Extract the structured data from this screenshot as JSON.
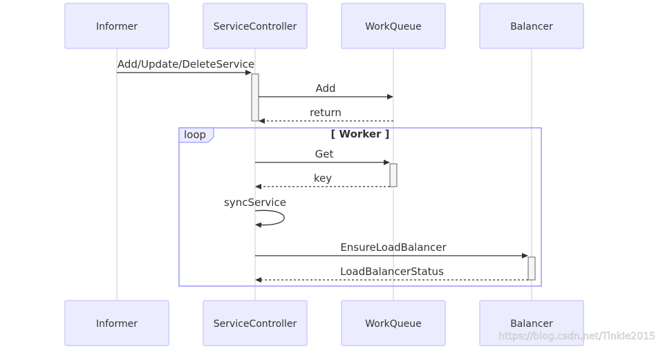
{
  "participants": [
    {
      "id": "informer",
      "label": "Informer"
    },
    {
      "id": "servicecontroller",
      "label": "ServiceController"
    },
    {
      "id": "workqueue",
      "label": "WorkQueue"
    },
    {
      "id": "balancer",
      "label": "Balancer"
    }
  ],
  "messages": [
    {
      "id": "add-update-delete",
      "label": "Add/Update/DeleteService",
      "from": "informer",
      "to": "servicecontroller",
      "style": "solid"
    },
    {
      "id": "add",
      "label": "Add",
      "from": "servicecontroller",
      "to": "workqueue",
      "style": "solid"
    },
    {
      "id": "return",
      "label": "return",
      "from": "workqueue",
      "to": "servicecontroller",
      "style": "dashed"
    },
    {
      "id": "get",
      "label": "Get",
      "from": "servicecontroller",
      "to": "workqueue",
      "style": "solid"
    },
    {
      "id": "key",
      "label": "key",
      "from": "workqueue",
      "to": "servicecontroller",
      "style": "dashed"
    },
    {
      "id": "sync-service",
      "label": "syncService",
      "from": "servicecontroller",
      "to": "servicecontroller",
      "style": "self"
    },
    {
      "id": "ensure-load-balancer",
      "label": "EnsureLoadBalancer",
      "from": "servicecontroller",
      "to": "balancer",
      "style": "solid"
    },
    {
      "id": "load-balancer-status",
      "label": "LoadBalancerStatus",
      "from": "balancer",
      "to": "servicecontroller",
      "style": "dashed"
    }
  ],
  "loop": {
    "label": "loop",
    "condition": "[ Worker ]"
  },
  "watermark": "https://blog.csdn.net/Tinkle2015",
  "colors": {
    "actor_fill": "#ececff",
    "actor_stroke": "#ccccff",
    "loop_stroke": "#9999ff",
    "line": "#333333"
  }
}
